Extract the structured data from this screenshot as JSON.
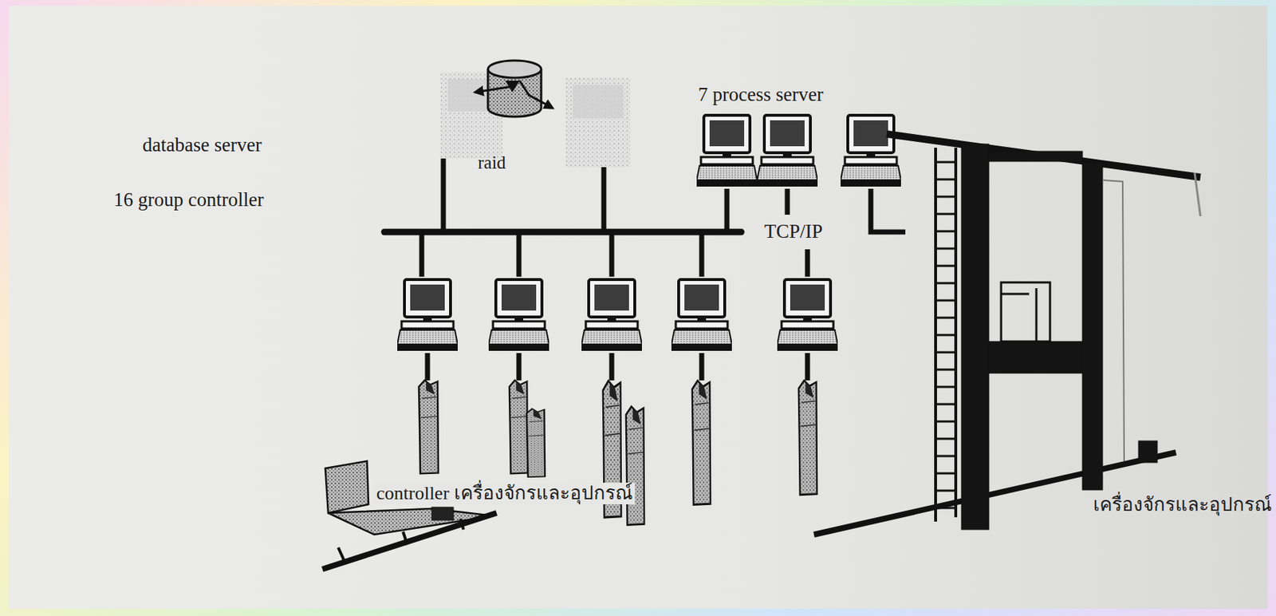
{
  "diagram": {
    "labels": [
      "database server",
      "raid",
      "7 process server",
      "16 group controller",
      "TCP/IP",
      "controller เครื่องจักรและอุปกรณ์",
      "เครื่องจักรและอุปกรณ์"
    ]
  }
}
